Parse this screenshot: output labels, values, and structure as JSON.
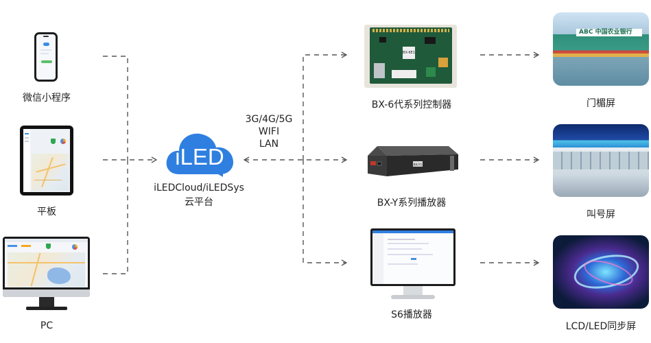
{
  "sources": {
    "phone": "微信小程序",
    "tablet": "平板",
    "pc": "PC"
  },
  "cloud": {
    "logo_text": "iLED",
    "name": "iLEDCloud/iLEDSys",
    "subtitle": "云平台"
  },
  "network": {
    "line1": "3G/4G/5G",
    "line2": "WIFI",
    "line3": "LAN"
  },
  "devices": {
    "controller": "BX-6代系列控制器",
    "controller_chip_label": "BX-6E1",
    "player": "BX-Y系列播放器",
    "player_box_label": "BX-Y1",
    "s6": "S6播放器"
  },
  "screens": {
    "door": "门楣屏",
    "queue": "叫号屏",
    "lcd": "LCD/LED同步屏",
    "bank_sign": "ABC 中国农业银行"
  },
  "colors": {
    "cloud_blue": "#2f7fe0",
    "line_gray": "#555555"
  }
}
